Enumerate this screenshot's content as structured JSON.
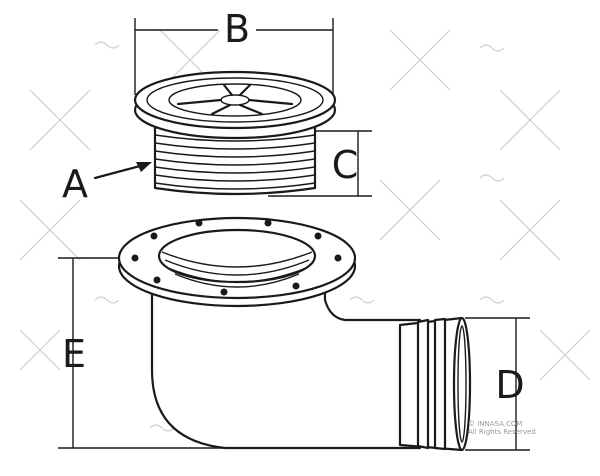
{
  "diagram": {
    "labels": {
      "a": "A",
      "b": "B",
      "c": "C",
      "d": "D",
      "e": "E"
    },
    "watermark": {
      "line1": "© INNASA.COM",
      "line2": "All Rights Reserved"
    }
  }
}
